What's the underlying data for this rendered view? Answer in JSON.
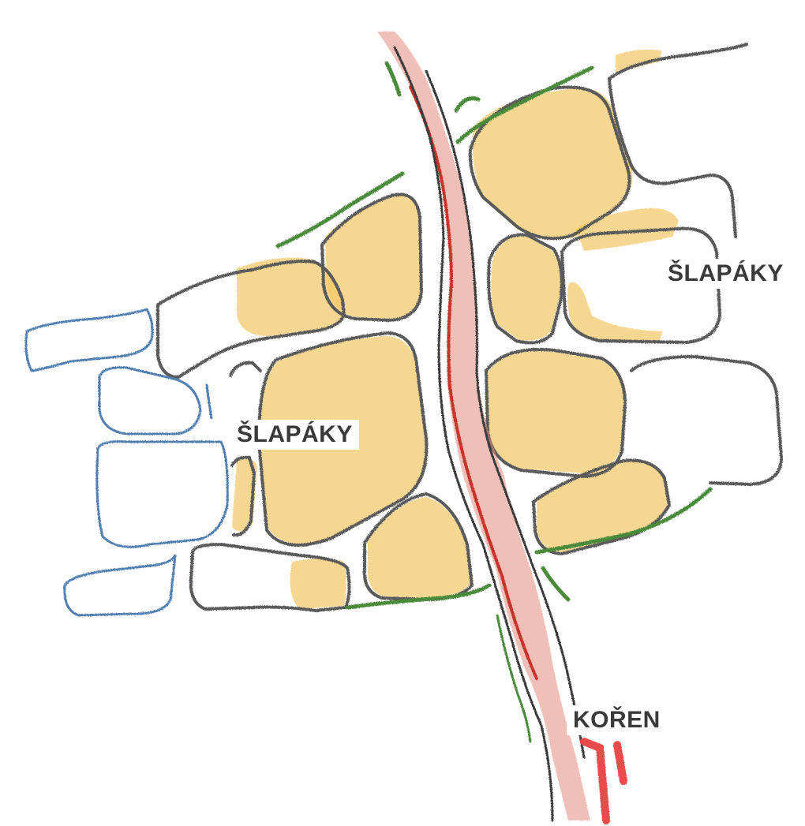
{
  "labels": {
    "stones_right": "ŠLAPÁKY",
    "stones_left": "ŠLAPÁKY",
    "root": "KOŘEN"
  },
  "colors": {
    "stone_fill": "#f3c766",
    "stone_outline": "#5a5a5a",
    "stone_outline_blue": "#4f7fb0",
    "moss": "#4a8a3a",
    "root_red": "#c8332a",
    "root_outline": "#3a3a3a"
  }
}
